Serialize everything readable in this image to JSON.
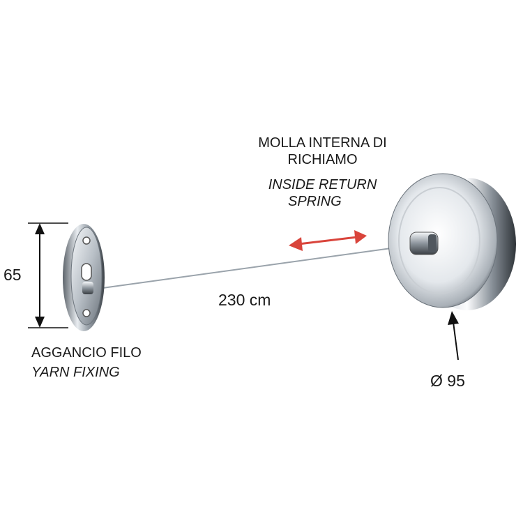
{
  "labels": {
    "height_value": "65",
    "length_value": "230 cm",
    "diameter_value": "Ø 95",
    "spring_it_line1": "MOLLA INTERNA DI",
    "spring_it_line2": "RICHIAMO",
    "spring_en_line1": "INSIDE RETURN",
    "spring_en_line2": "SPRING",
    "fixing_it": "AGGANCIO FILO",
    "fixing_en": "YARN FIXING"
  },
  "colors": {
    "motion_arrow": "#d9443b",
    "dimension_lines": "#111111",
    "chrome_dark": "#4a4f55",
    "chrome_light": "#f4f6f8",
    "wire": "#9aa3ab"
  },
  "icons": {
    "motion_arrow": "double-headed-arrow",
    "dimension_arrow": "double-headed-arrow"
  }
}
